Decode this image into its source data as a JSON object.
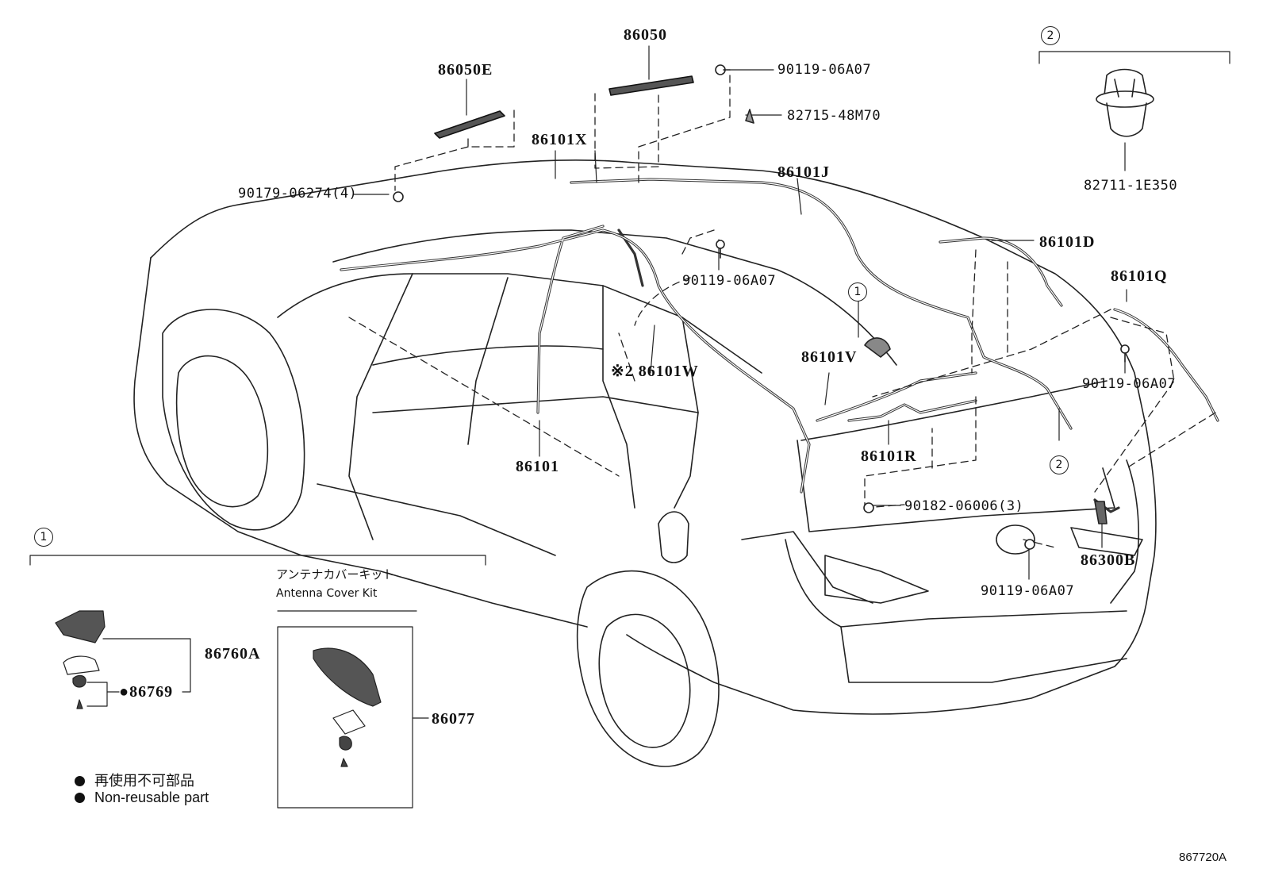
{
  "diagram": {
    "labels": {
      "p86050": "86050",
      "p86050E": "86050E",
      "p90119_top": "90119-06A07",
      "p82715": "82715-48M70",
      "p86101X": "86101X",
      "p90179": "90179-06274(4)",
      "p86101J": "86101J",
      "p90119_mid": "90119-06A07",
      "p86101D": "86101D",
      "p86101Q": "86101Q",
      "p90119_right": "90119-06A07",
      "p86101V": "86101V",
      "p86101W": "※2 86101W",
      "p86101R": "86101R",
      "p86101": "86101",
      "p90182": "90182-06006(3)",
      "p86300B": "86300B",
      "p90119_bottom": "90119-06A07",
      "p82711": "82711-1E350",
      "p86760A": "86760A",
      "p86769": "●86769",
      "p86077": "86077"
    },
    "callouts": {
      "one": "1",
      "two": "2"
    },
    "kit": {
      "title_jp": "アンテナカバーキット",
      "title_en": "Antenna Cover Kit"
    },
    "legend": {
      "jp": "再使用不可部品",
      "en": "Non-reusable part"
    },
    "code": "867720A"
  }
}
